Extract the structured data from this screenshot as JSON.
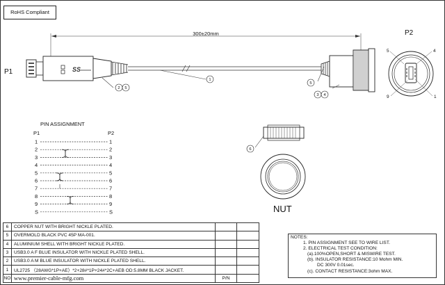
{
  "rohs_label": "RoHS Compliant",
  "dimension": "300±20mm",
  "p1_label": "P1",
  "p2_label": "P2",
  "balloons": [
    "1",
    "2",
    "5",
    "3",
    "4",
    "5",
    "6"
  ],
  "p2_pin_numbers": [
    "5",
    "4",
    "1",
    "9"
  ],
  "pin_assignment": {
    "title": "PIN  ASSIGNMENT",
    "left_header": "P1",
    "right_header": "P2",
    "rows": [
      {
        "left": "1",
        "right": "1"
      },
      {
        "left": "2",
        "right": "2"
      },
      {
        "left": "3",
        "right": "3"
      },
      {
        "left": "4",
        "right": "4"
      },
      {
        "left": "5",
        "right": "5"
      },
      {
        "left": "6",
        "right": "6"
      },
      {
        "left": "7",
        "right": "7"
      },
      {
        "left": "8",
        "right": "8"
      },
      {
        "left": "9",
        "right": "9"
      },
      {
        "left": "S",
        "right": "S"
      }
    ]
  },
  "nut_label": "NUT",
  "bom": [
    {
      "no": "6",
      "desc": "COPPER  NUT WITH BRIGHT NICKLE PLATED."
    },
    {
      "no": "5",
      "desc": "OVERMOLD BLACK PVC 45P MA-001."
    },
    {
      "no": "4",
      "desc": "ALUMINIUM  SHELL WITH BRIGHT NICKLE PLATED."
    },
    {
      "no": "3",
      "desc": "USB3.0 A F BLUE INSULATOR WITH NICKLE PLATED SHELL."
    },
    {
      "no": "2",
      "desc": "USB3.0 A M BLUE INSULATOR WITH NICKLE PLATED SHELL."
    },
    {
      "no": "1",
      "desc": "UL2725  （28AWG*1P+AE）*2+28#*1P+24#*2C+AEB OD:5.8MM BLACK  JACKET."
    }
  ],
  "bom_footer": {
    "no": "NO",
    "website": "www.premier-cable-mfg.com",
    "pn": "P/N"
  },
  "notes": [
    "NOTES:",
    "1. PIN ASSIGNMENT SEE TO WIRE LIST.",
    "2. ELECTRICAL TEST CONDITION:",
    "(a).100%OPEN,SHORT & MISWIRE TEST.",
    "(b). INSULATOR RESISTANCE:10 Mohm MIN.",
    "DC 300V 0.01sec.",
    "(c). CONTACT RESISTANCE:3ohm MAX."
  ]
}
